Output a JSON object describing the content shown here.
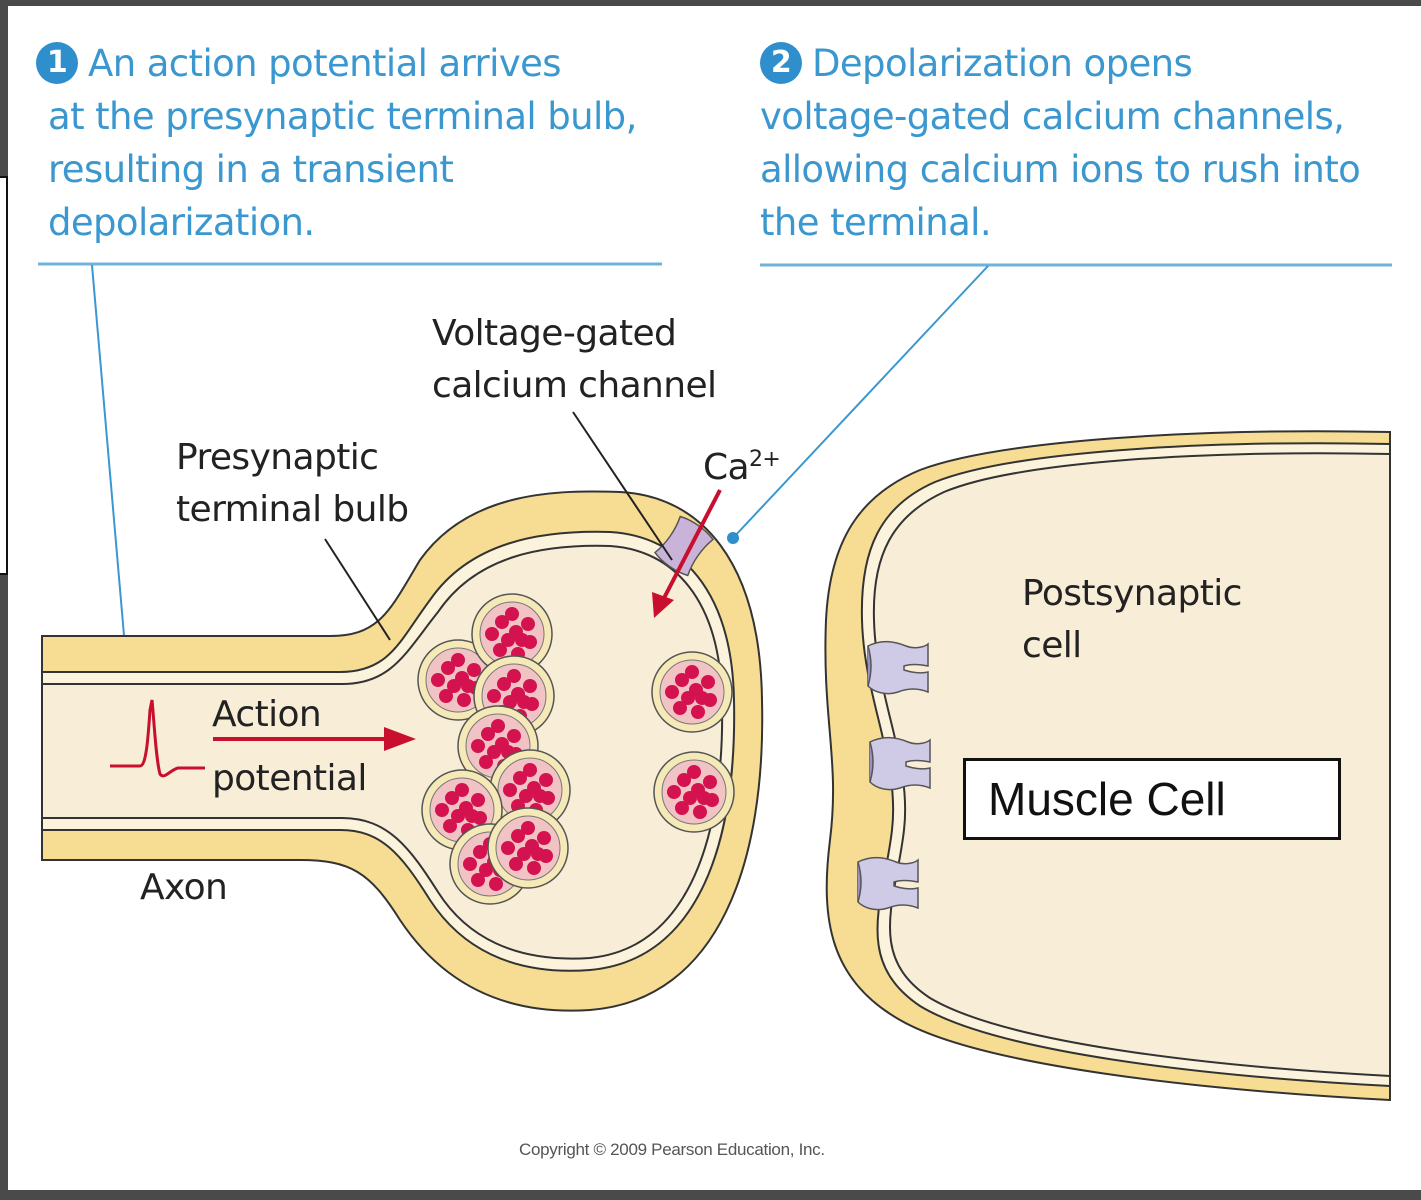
{
  "steps": [
    {
      "number": "1",
      "lines": [
        "An action potential arrives",
        "at the presynaptic terminal bulb,",
        "resulting in a transient",
        "depolarization."
      ]
    },
    {
      "number": "2",
      "lines": [
        "Depolarization opens",
        "voltage-gated calcium channels,",
        "allowing calcium ions to rush into",
        "the terminal."
      ]
    }
  ],
  "labels": {
    "voltage_gated_channel": [
      "Voltage-gated",
      "calcium channel"
    ],
    "presynaptic_bulb": [
      "Presynaptic",
      "terminal bulb"
    ],
    "calcium_ion": "Ca",
    "calcium_charge": "2+",
    "action_potential": [
      "Action",
      "potential"
    ],
    "axon": "Axon",
    "postsynaptic_cell": [
      "Postsynaptic",
      "cell"
    ],
    "muscle_cell": "Muscle Cell"
  },
  "copyright": "Copyright © 2009 Pearson Education, Inc.",
  "colors": {
    "callout_blue": "#3a97cf",
    "membrane_yellow": "#f6dd93",
    "cytoplasm_cream": "#f8eed8",
    "vesicle_pink": "#f1c3c4",
    "neurotransmitter_red": "#d3124f",
    "arrow_red": "#c8102e",
    "channel_lavender": "#c9b3d9",
    "receptor_lavender": "#cfcbe6"
  }
}
